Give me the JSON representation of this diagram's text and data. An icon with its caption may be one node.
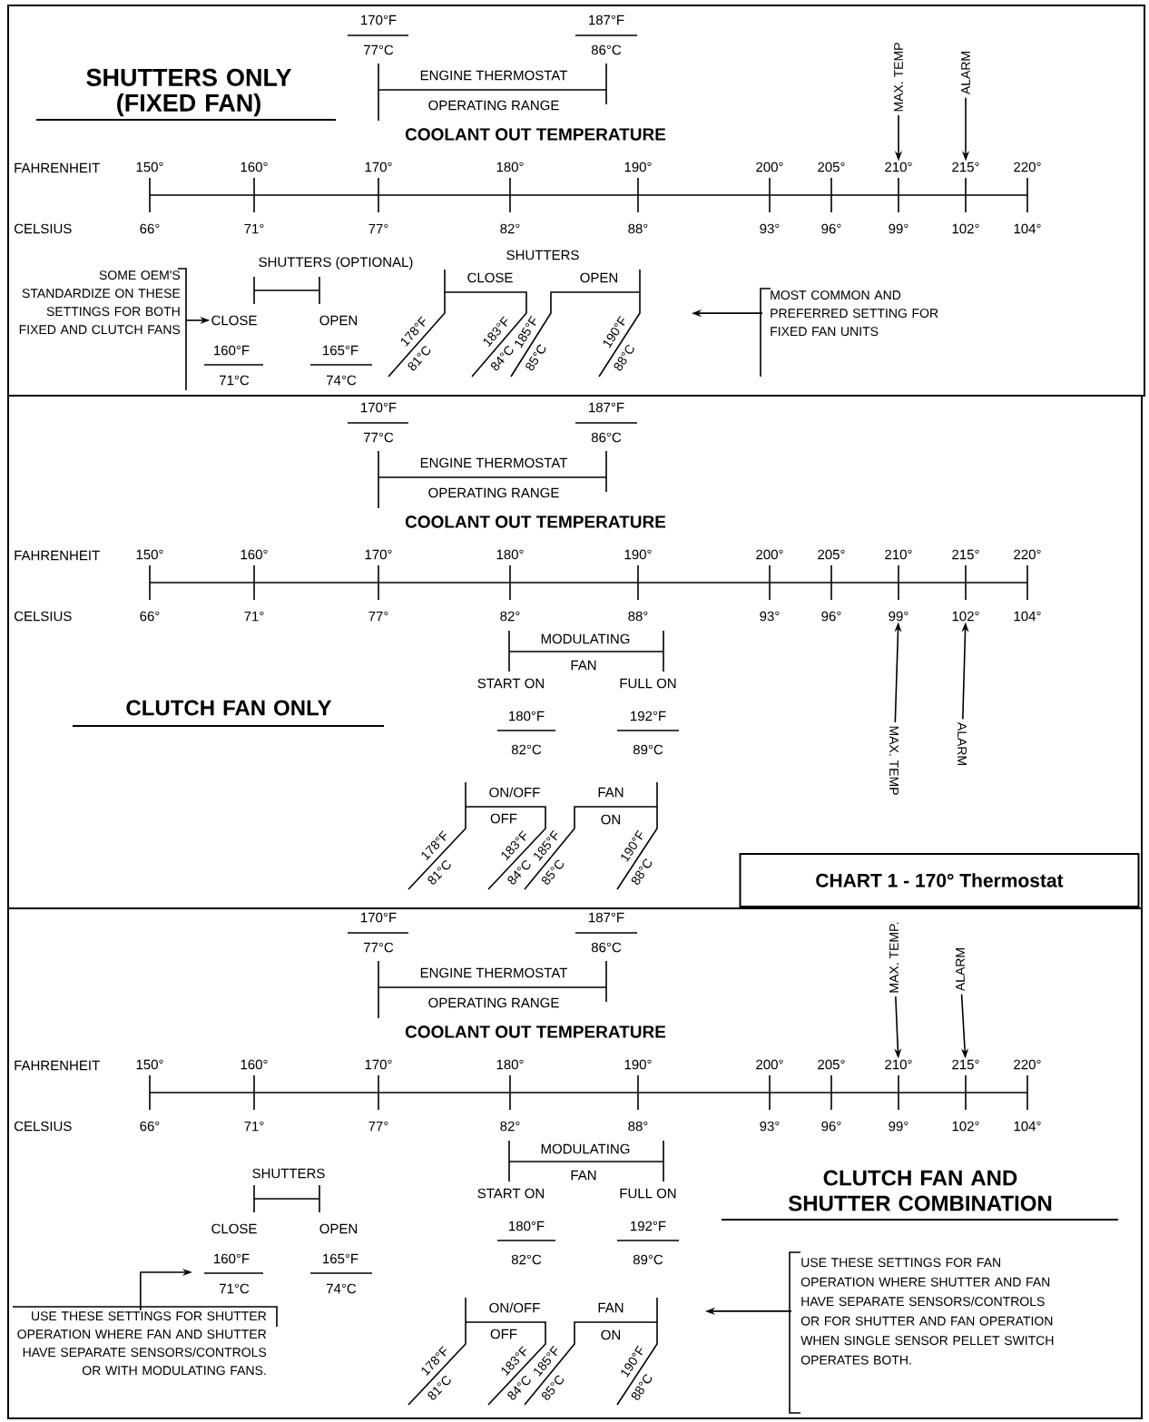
{
  "diagram": {
    "nodes": [
      {
        "text": [
          "SHUTTERS ONLY (FIXED FAN)"
        ]
      },
      {
        "text": [
          "MAX. TEMP"
        ],
        "in": 0
      },
      {
        "text": [
          "ALARM"
        ],
        "in": 0
      },
      {
        "text": [
          "SOME OEM'S STANDARDIZE ON THESE SETTINGS FOR BOTH FIXED AND CLUTCH FANS"
        ],
        "in": 0
      },
      {
        "text": [
          "MOST COMMON AND PREFERRED SETTING FOR FIXED FAN UNITS"
        ],
        "in": 0
      },
      {
        "text": [
          "CLUTCH FAN ONLY"
        ]
      },
      {
        "text": [
          "MAX. TEMP"
        ],
        "in": 5
      },
      {
        "text": [
          "ALARM"
        ],
        "in": 5
      },
      {
        "text": [
          "CHART 1 - 170° Thermostat"
        ],
        "in": 5
      },
      {
        "text": [
          "CLUTCH FAN AND SHUTTER COMBINATION"
        ]
      },
      {
        "text": [
          "MAX. TEMP."
        ],
        "in": 9
      },
      {
        "text": [
          "ALARM"
        ],
        "in": 9
      },
      {
        "text": [
          "USE THESE SETTINGS FOR SHUTTER OPERATION WHERE FAN AND SHUTTER HAVE SEPARATE SENSORS/CONTROLS OR WITH MODULATING FANS."
        ],
        "in": 9
      },
      {
        "text": [
          "USE THESE SETTINGS FOR FAN OPERATION WHERE SHUTTER AND FAN HAVE SEPARATE SENSORS/CONTROLS OR FOR SHUTTER AND FAN OPERATION WHEN SINGLE SENSOR PELLET SWITCH OPERATES BOTH."
        ],
        "in": 9
      },
      {
        "text": [
          "210°"
        ],
        "in": 0
      },
      {
        "text": [
          "215°"
        ],
        "in": 0
      },
      {
        "text": [
          "99°"
        ],
        "in": 5
      },
      {
        "text": [
          "102°"
        ],
        "in": 5
      },
      {
        "text": [
          "210°"
        ],
        "in": 9
      },
      {
        "text": [
          "215°"
        ],
        "in": 9
      },
      {
        "text": [
          "CLOSE"
        ],
        "in": 0
      }
    ],
    "edges": [
      {
        "from": 1,
        "to": 14,
        "arrow": "to"
      },
      {
        "from": 2,
        "to": 15,
        "arrow": "to"
      },
      {
        "from": 3,
        "to": 20,
        "arrow": "to"
      },
      {
        "from": 4,
        "to": null,
        "arrow": "to"
      },
      {
        "from": 6,
        "to": 16,
        "arrow": "to"
      },
      {
        "from": 7,
        "to": 17,
        "arrow": "to"
      },
      {
        "from": 10,
        "to": 18,
        "arrow": "to"
      },
      {
        "from": 11,
        "to": 19,
        "arrow": "to"
      },
      {
        "from": 12,
        "to": null,
        "arrow": "to"
      },
      {
        "from": 13,
        "to": null,
        "arrow": "to"
      }
    ],
    "labels": [
      "170°F",
      "187°F",
      "77°C",
      "86°C",
      "ENGINE THERMOSTAT",
      "OPERATING RANGE",
      "COOLANT OUT TEMPERATURE",
      "FAHRENHEIT",
      "150°",
      "160°",
      "170°",
      "180°",
      "190°",
      "200°",
      "205°",
      "220°",
      "CELSIUS",
      "66°",
      "71°",
      "77°",
      "82°",
      "88°",
      "93°",
      "96°",
      "99°",
      "102°",
      "104°",
      "SHUTTERS (OPTIONAL)",
      "OPEN",
      "160°F",
      "165°F",
      "71°C",
      "74°C",
      "SHUTTERS",
      "CLOSE",
      "OPEN",
      "178°F",
      "81°C",
      "183°F",
      "84°C",
      "185°F",
      "85°C",
      "190°F",
      "88°C",
      "170°F",
      "187°F",
      "77°C",
      "86°C",
      "ENGINE THERMOSTAT",
      "OPERATING RANGE",
      "COOLANT OUT TEMPERATURE",
      "FAHRENHEIT",
      "150°",
      "160°",
      "170°",
      "180°",
      "190°",
      "200°",
      "205°",
      "210°",
      "215°",
      "220°",
      "CELSIUS",
      "66°",
      "71°",
      "77°",
      "82°",
      "88°",
      "93°",
      "96°",
      "104°",
      "MODULATING",
      "FAN",
      "START ON",
      "FULL ON",
      "180°F",
      "192°F",
      "82°C",
      "89°C",
      "ON/OFF",
      "FAN",
      "OFF",
      "ON",
      "178°F",
      "81°C",
      "183°F",
      "84°C",
      "185°F",
      "85°C",
      "190°F",
      "88°C",
      "170°F",
      "187°F",
      "77°C",
      "86°C",
      "ENGINE THERMOSTAT",
      "OPERATING RANGE",
      "COOLANT OUT TEMPERATURE",
      "FAHRENHEIT",
      "150°",
      "160°",
      "170°",
      "180°",
      "190°",
      "200°",
      "205°",
      "220°",
      "CELSIUS",
      "66°",
      "71°",
      "77°",
      "82°",
      "88°",
      "93°",
      "96°",
      "99°",
      "102°",
      "104°",
      "SHUTTERS",
      "CLOSE",
      "OPEN",
      "160°F",
      "165°F",
      "71°C",
      "74°C",
      "MODULATING",
      "FAN",
      "START ON",
      "FULL ON",
      "180°F",
      "192°F",
      "82°C",
      "89°C",
      "ON/OFF",
      "FAN",
      "OFF",
      "ON",
      "178°F",
      "81°C",
      "183°F",
      "84°C",
      "185°F",
      "85°C",
      "190°F",
      "88°C"
    ]
  }
}
